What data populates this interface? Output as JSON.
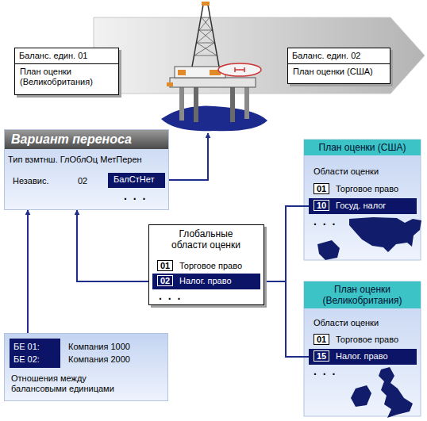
{
  "diagram": {
    "nodes": [
      {
        "text": [
          "Баланс. един. 01",
          "План оценки (Великобритания)"
        ]
      },
      {
        "text": [
          "Баланс. един. 02",
          "План оценки (США)"
        ]
      },
      {
        "text": [
          "Вариант переноса",
          "Тип взмтнш. ГлОблОц МетПерен",
          "Независ.",
          "02",
          ". . ."
        ]
      },
      {
        "text": [
          "БалСтНет"
        ],
        "in": 2
      },
      {
        "text": [
          "План оценки (США)",
          "Области оценки",
          "01",
          "Торговое право",
          ". . ."
        ]
      },
      {
        "text": [
          "10",
          "Госуд. налог"
        ],
        "in": 4
      },
      {
        "text": [
          "Глобальные области оценки",
          "01",
          "Торговое право",
          ". . ."
        ]
      },
      {
        "text": [
          "02",
          "Налог. право"
        ],
        "in": 6
      },
      {
        "text": [
          "План оценки (Великобритания)",
          "Области оценки",
          "01",
          "Торговое право",
          ". . ."
        ]
      },
      {
        "text": [
          "15",
          "Налог. право"
        ],
        "in": 8
      },
      {
        "text": [
          "Компания 1000",
          "Компания 2000",
          "Отношения между балансовыми единицами"
        ]
      },
      {
        "text": [
          "БЕ 01:",
          "БЕ 02:"
        ],
        "in": 10
      }
    ],
    "edges": [
      {
        "from": 11,
        "to": 2,
        "arrow": "to"
      },
      {
        "from": 7,
        "to": 2,
        "arrow": "to"
      },
      {
        "from": 7,
        "to": 5,
        "arrow": "none"
      },
      {
        "from": 7,
        "to": 9,
        "arrow": "none"
      }
    ]
  }
}
